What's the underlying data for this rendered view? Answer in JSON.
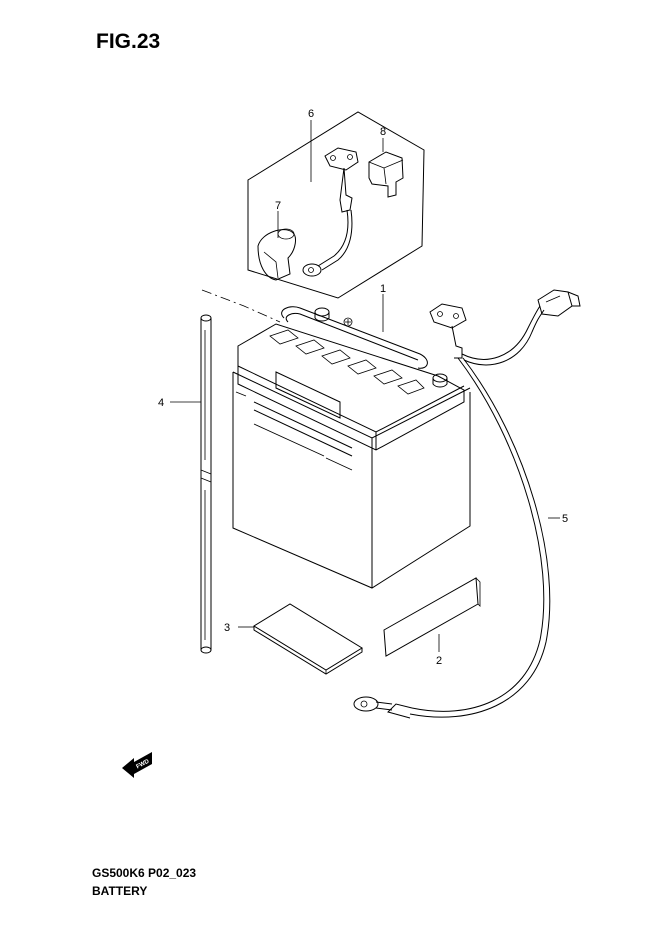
{
  "figure": {
    "title": "FIG.23"
  },
  "footer": {
    "model_code": "GS500K6 P02_023",
    "part_name": "BATTERY"
  },
  "callouts": [
    {
      "id": "1",
      "label": "1"
    },
    {
      "id": "2",
      "label": "2"
    },
    {
      "id": "3",
      "label": "3"
    },
    {
      "id": "4",
      "label": "4"
    },
    {
      "id": "5",
      "label": "5"
    },
    {
      "id": "6",
      "label": "6"
    },
    {
      "id": "7",
      "label": "7"
    },
    {
      "id": "8",
      "label": "8"
    }
  ],
  "direction_badge": {
    "text": "FWD"
  },
  "colors": {
    "line": "#000000",
    "background": "#ffffff"
  }
}
